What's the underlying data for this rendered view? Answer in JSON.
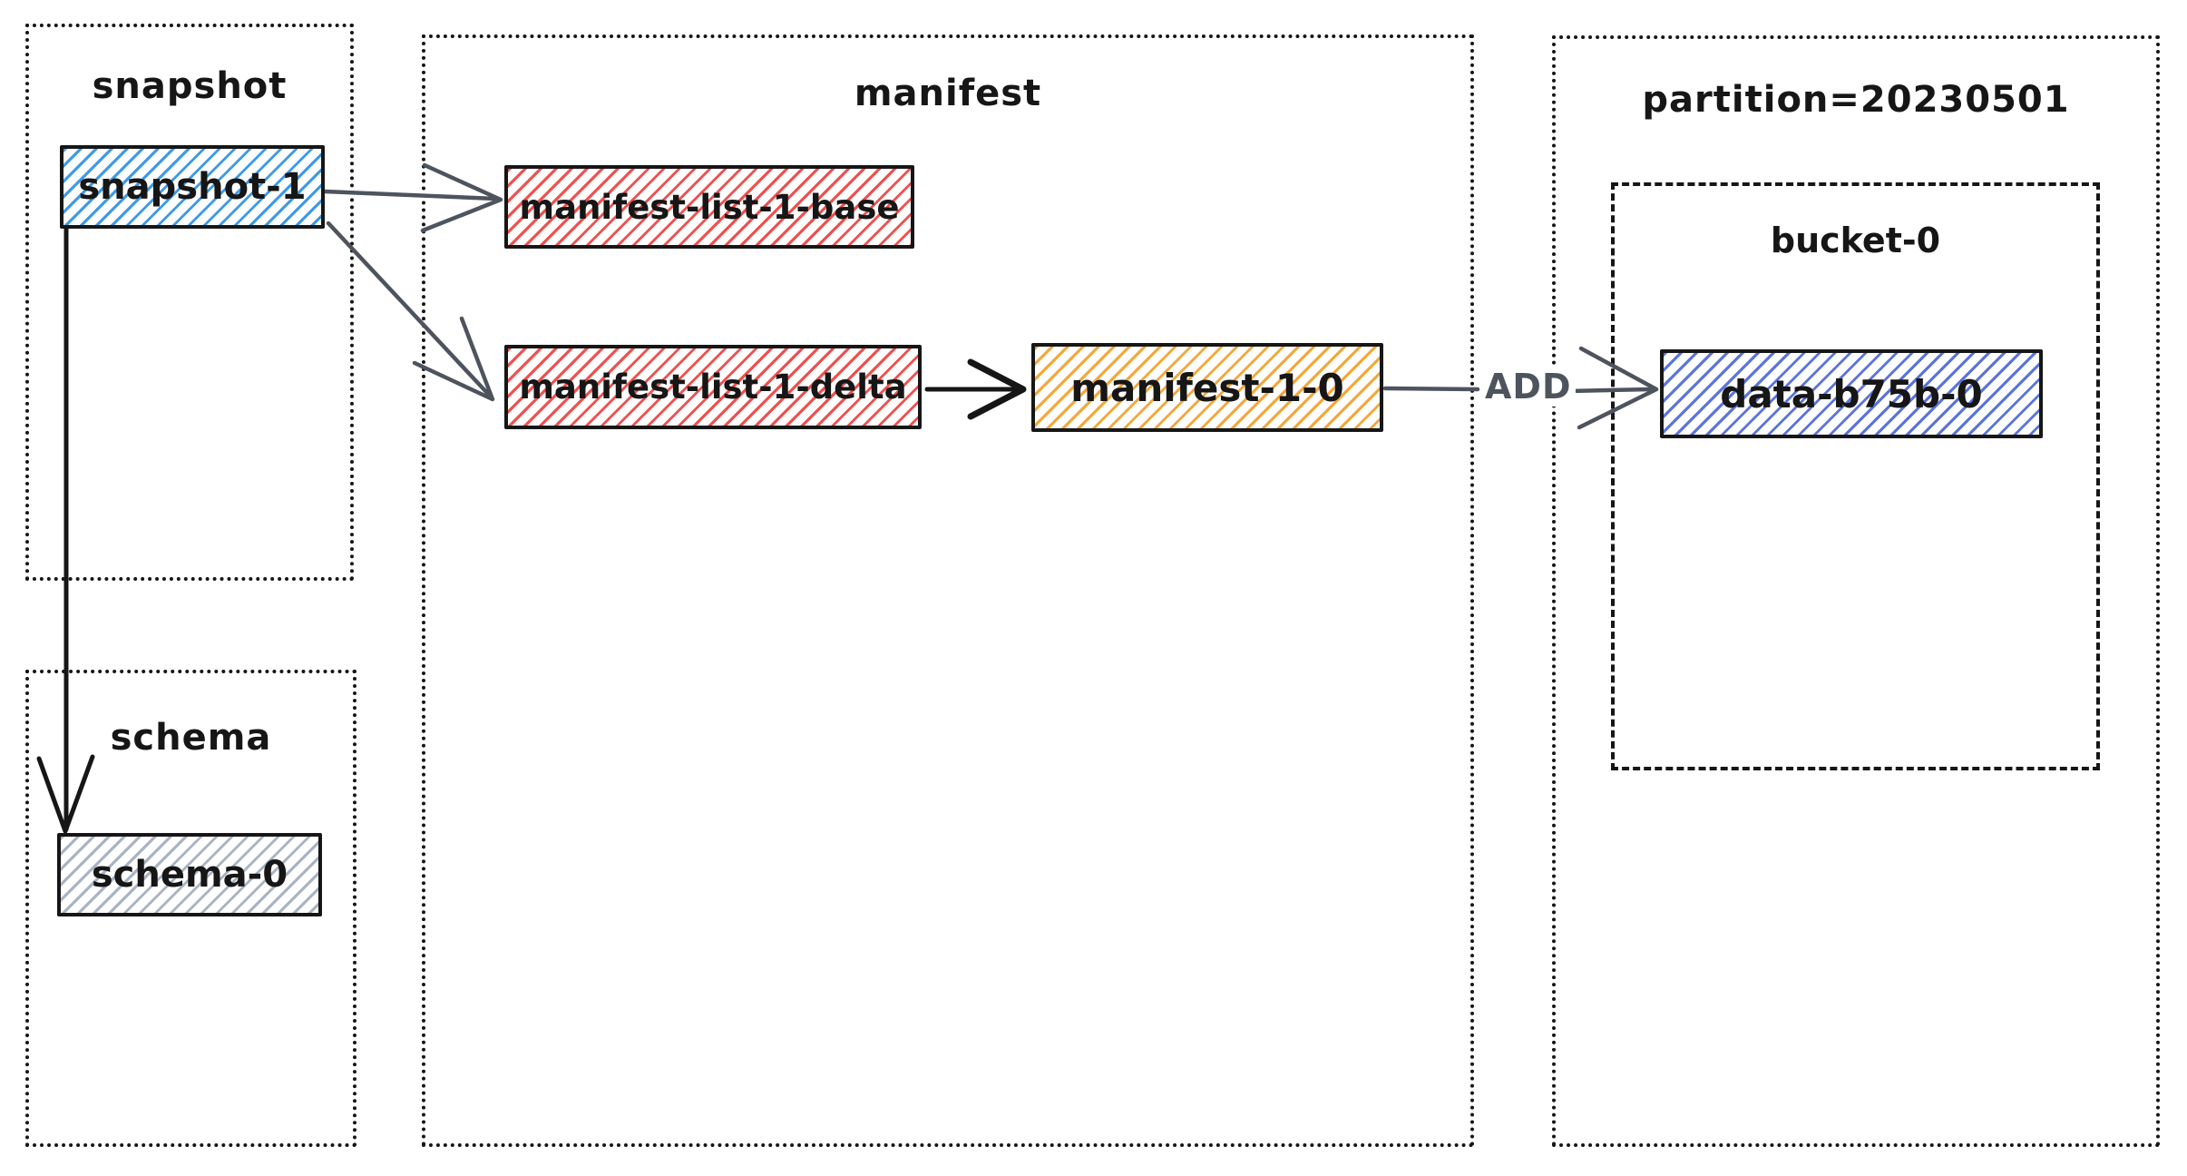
{
  "containers": {
    "snapshot": {
      "label": "snapshot"
    },
    "schema": {
      "label": "schema"
    },
    "manifest": {
      "label": "manifest"
    },
    "partition": {
      "label": "partition=20230501"
    },
    "bucket": {
      "label": "bucket-0"
    }
  },
  "nodes": {
    "snapshot_1": {
      "label": "snapshot-1",
      "hatch_color": "#3d9ae8"
    },
    "schema_0": {
      "label": "schema-0",
      "hatch_color": "#a9b4c2"
    },
    "manifest_list_1_base": {
      "label": "manifest-list-1-base",
      "hatch_color": "#f0504f"
    },
    "manifest_list_1_delta": {
      "label": "manifest-list-1-delta",
      "hatch_color": "#f0504f"
    },
    "manifest_1_0": {
      "label": "manifest-1-0",
      "hatch_color": "#f5a73a"
    },
    "data_b75b_0": {
      "label": "data-b75b-0",
      "hatch_color": "#5b74dd"
    }
  },
  "edges": {
    "add_label": "ADD",
    "arrow_color_gray": "#4d545e",
    "arrow_color_black": "#161616"
  },
  "ink_color": "#161616"
}
